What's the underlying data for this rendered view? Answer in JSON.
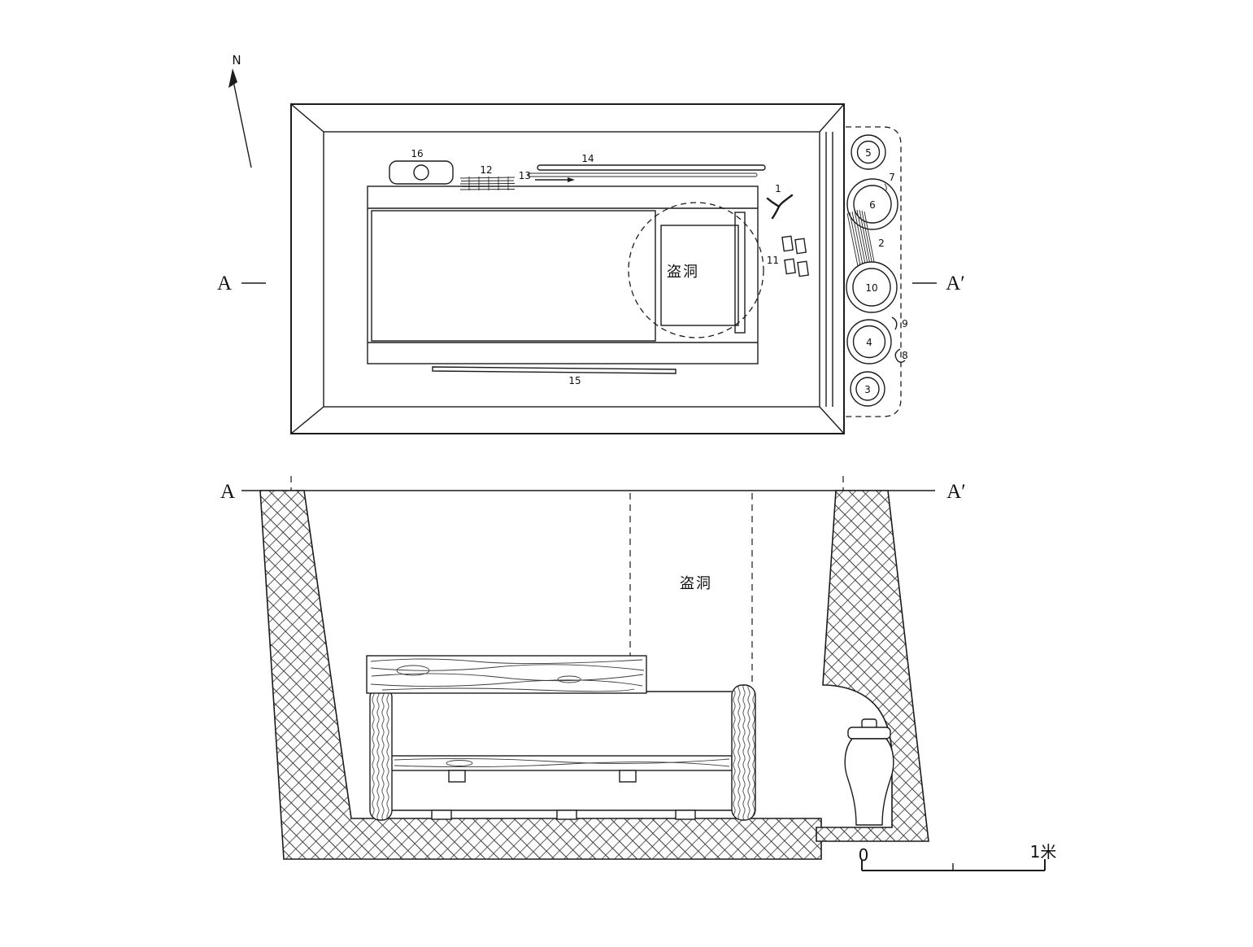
{
  "colors": {
    "line": "#1c1c1c",
    "background": "#ffffff"
  },
  "plan": {
    "north_label": "N",
    "section_start": "A",
    "section_end": "A′",
    "robber_hole": "盗洞",
    "labels": {
      "n1": "1",
      "n11": "11",
      "n12": "12",
      "n13": "13",
      "n14": "14",
      "n15": "15",
      "n16": "16"
    },
    "niche": {
      "vessels": [
        {
          "id": "5"
        },
        {
          "id": "6"
        },
        {
          "id": "10"
        },
        {
          "id": "4"
        },
        {
          "id": "3"
        }
      ],
      "side_labels": {
        "n2": "2",
        "n7": "7",
        "n8": "8",
        "n9": "9"
      }
    }
  },
  "section": {
    "section_start": "A",
    "section_end": "A′",
    "robber_hole": "盗洞",
    "scale": {
      "start": "0",
      "end": "1米"
    }
  }
}
